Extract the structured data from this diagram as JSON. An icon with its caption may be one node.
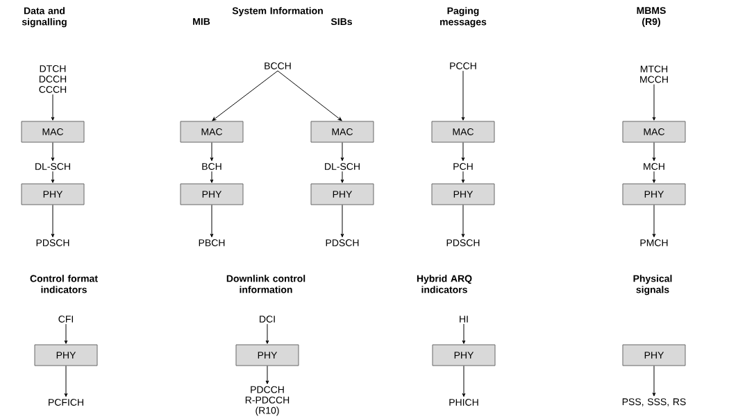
{
  "diagram": {
    "nodes": [
      {
        "text": [
          "DTCH DCCH CCCH"
        ]
      },
      {
        "text": [
          "MAC"
        ]
      },
      {
        "text": [
          "DL-SCH"
        ]
      },
      {
        "text": [
          "PHY"
        ]
      },
      {
        "text": [
          "PDSCH"
        ]
      },
      {
        "text": [
          "BCCH"
        ]
      },
      {
        "text": [
          "MAC"
        ]
      },
      {
        "text": [
          "MAC"
        ]
      },
      {
        "text": [
          "BCH"
        ]
      },
      {
        "text": [
          "DL-SCH"
        ]
      },
      {
        "text": [
          "PHY"
        ]
      },
      {
        "text": [
          "PHY"
        ]
      },
      {
        "text": [
          "PBCH"
        ]
      },
      {
        "text": [
          "PDSCH"
        ]
      },
      {
        "text": [
          "PCCH"
        ]
      },
      {
        "text": [
          "MAC"
        ]
      },
      {
        "text": [
          "PCH"
        ]
      },
      {
        "text": [
          "PHY"
        ]
      },
      {
        "text": [
          "PDSCH"
        ]
      },
      {
        "text": [
          "MTCH MCCH"
        ]
      },
      {
        "text": [
          "MAC"
        ]
      },
      {
        "text": [
          "MCH"
        ]
      },
      {
        "text": [
          "PHY"
        ]
      },
      {
        "text": [
          "PMCH"
        ]
      },
      {
        "text": [
          "CFI"
        ]
      },
      {
        "text": [
          "PHY"
        ]
      },
      {
        "text": [
          "PCFICH"
        ]
      },
      {
        "text": [
          "DCI"
        ]
      },
      {
        "text": [
          "PHY"
        ]
      },
      {
        "text": [
          "PDCCH R-PDCCH (R10)"
        ]
      },
      {
        "text": [
          "HI"
        ]
      },
      {
        "text": [
          "PHY"
        ]
      },
      {
        "text": [
          "PHICH"
        ]
      },
      {
        "text": [
          "PHY"
        ]
      },
      {
        "text": [
          "PSS, SSS, RS"
        ]
      }
    ],
    "edges": [
      {
        "from": 0,
        "to": 1,
        "arrow": "to"
      },
      {
        "from": 1,
        "to": 2,
        "arrow": "to"
      },
      {
        "from": 2,
        "to": 3,
        "arrow": "to"
      },
      {
        "from": 3,
        "to": 4,
        "arrow": "to"
      },
      {
        "from": 5,
        "to": 6,
        "arrow": "to"
      },
      {
        "from": 5,
        "to": 7,
        "arrow": "to"
      },
      {
        "from": 6,
        "to": 8,
        "arrow": "to"
      },
      {
        "from": 7,
        "to": 9,
        "arrow": "to"
      },
      {
        "from": 8,
        "to": 10,
        "arrow": "to"
      },
      {
        "from": 9,
        "to": 11,
        "arrow": "to"
      },
      {
        "from": 10,
        "to": 12,
        "arrow": "to"
      },
      {
        "from": 11,
        "to": 13,
        "arrow": "to"
      },
      {
        "from": 14,
        "to": 15,
        "arrow": "to"
      },
      {
        "from": 15,
        "to": 16,
        "arrow": "to"
      },
      {
        "from": 16,
        "to": 17,
        "arrow": "to"
      },
      {
        "from": 17,
        "to": 18,
        "arrow": "to"
      },
      {
        "from": 19,
        "to": 20,
        "arrow": "to"
      },
      {
        "from": 20,
        "to": 21,
        "arrow": "to"
      },
      {
        "from": 21,
        "to": 22,
        "arrow": "to"
      },
      {
        "from": 22,
        "to": 23,
        "arrow": "to"
      },
      {
        "from": 24,
        "to": 25,
        "arrow": "to"
      },
      {
        "from": 25,
        "to": 26,
        "arrow": "to"
      },
      {
        "from": 27,
        "to": 28,
        "arrow": "to"
      },
      {
        "from": 28,
        "to": 29,
        "arrow": "to"
      },
      {
        "from": 30,
        "to": 31,
        "arrow": "to"
      },
      {
        "from": 31,
        "to": 32,
        "arrow": "to"
      },
      {
        "from": 33,
        "to": 34,
        "arrow": "to"
      }
    ],
    "labels": [
      "Data and signalling",
      "System Information",
      "MIB",
      "SIBs",
      "Paging messages",
      "MBMS (R9)",
      "Control format indicators",
      "Downlink control information",
      "Hybrid ARQ indicators",
      "Physical signals"
    ]
  }
}
